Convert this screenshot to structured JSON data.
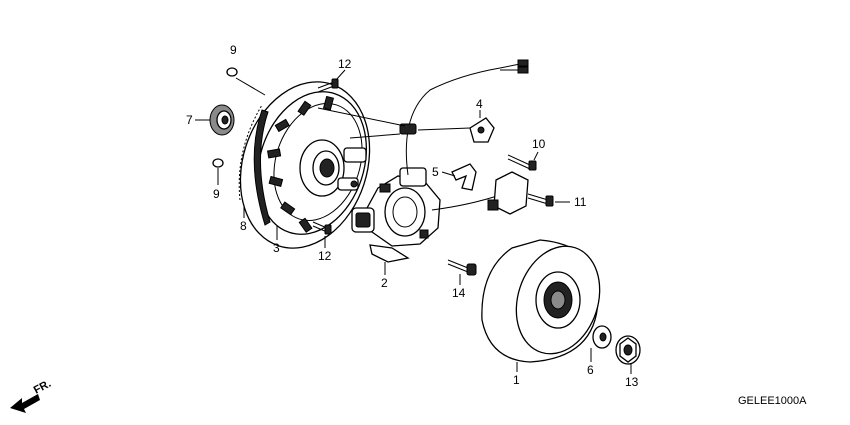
{
  "diagram_code": "GELEE1000A",
  "front_marker": "FR.",
  "callouts": [
    {
      "id": "c1",
      "text": "1"
    },
    {
      "id": "c2",
      "text": "2"
    },
    {
      "id": "c3",
      "text": "3"
    },
    {
      "id": "c4",
      "text": "4"
    },
    {
      "id": "c5",
      "text": "5"
    },
    {
      "id": "c6",
      "text": "6"
    },
    {
      "id": "c7",
      "text": "7"
    },
    {
      "id": "c8",
      "text": "8"
    },
    {
      "id": "c9a",
      "text": "9"
    },
    {
      "id": "c9b",
      "text": "9"
    },
    {
      "id": "c10",
      "text": "10"
    },
    {
      "id": "c11",
      "text": "11"
    },
    {
      "id": "c12a",
      "text": "12"
    },
    {
      "id": "c12b",
      "text": "12"
    },
    {
      "id": "c13",
      "text": "13"
    },
    {
      "id": "c14",
      "text": "14"
    }
  ]
}
